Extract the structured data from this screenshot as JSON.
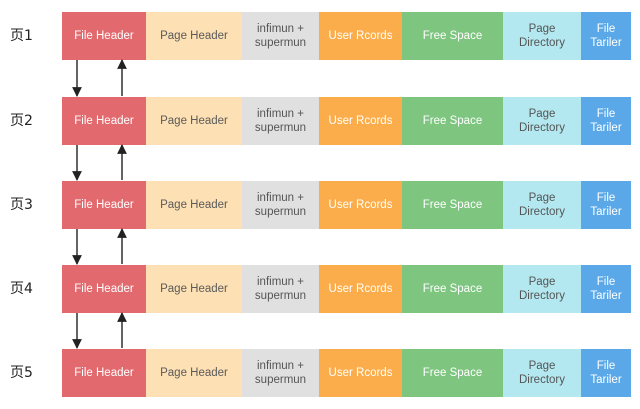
{
  "pages": [
    {
      "label": "页1"
    },
    {
      "label": "页2"
    },
    {
      "label": "页3"
    },
    {
      "label": "页4"
    },
    {
      "label": "页5"
    }
  ],
  "segments": {
    "file_header": "File Header",
    "page_header": "Page Header",
    "infimum_supremum": "infimun +\nsupermun",
    "user_records": "User Rcords",
    "free_space": "Free Space",
    "page_directory": "Page\nDirectory",
    "file_trailer": "File\nTariler"
  },
  "colors": {
    "file_header": "#e26a6e",
    "page_header": "#fde0b3",
    "infimum_supremum": "#e0e0e0",
    "user_records": "#fbad4b",
    "free_space": "#7ec580",
    "page_directory": "#b4e8f0",
    "file_trailer": "#5aa8e8"
  }
}
